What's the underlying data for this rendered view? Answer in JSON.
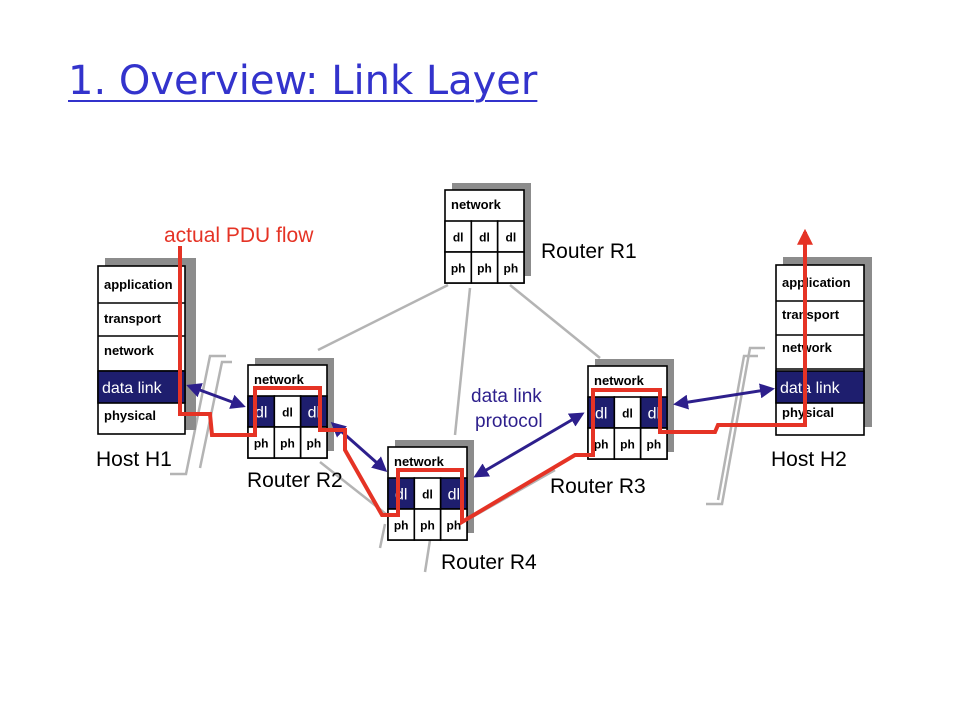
{
  "title": "1. Overview: Link Layer",
  "colors": {
    "title": "#3333cc",
    "pdu_flow": "#e53325",
    "link_arrow": "#2d1f8c",
    "data_link_fill": "#1e1e6e",
    "physical_link": "#b4b4b4"
  },
  "labels": {
    "pdu_flow": "actual PDU flow",
    "dl_protocol_line1": "data link",
    "dl_protocol_line2": "protocol"
  },
  "hosts": {
    "h1": {
      "name": "Host H1",
      "layers": [
        "application",
        "transport",
        "network",
        "data link",
        "physical"
      ]
    },
    "h2": {
      "name": "Host H2",
      "layers": [
        "application",
        "transport",
        "network",
        "data link",
        "physical"
      ]
    }
  },
  "routers": {
    "r1": {
      "name": "Router R1",
      "network": "network",
      "dl": "dl",
      "ph": "ph"
    },
    "r2": {
      "name": "Router R2",
      "network": "network",
      "dl": "dl",
      "ph": "ph"
    },
    "r3": {
      "name": "Router R3",
      "network": "network",
      "dl": "dl",
      "ph": "ph"
    },
    "r4": {
      "name": "Router R4",
      "network": "network",
      "dl": "dl",
      "ph": "ph"
    }
  }
}
